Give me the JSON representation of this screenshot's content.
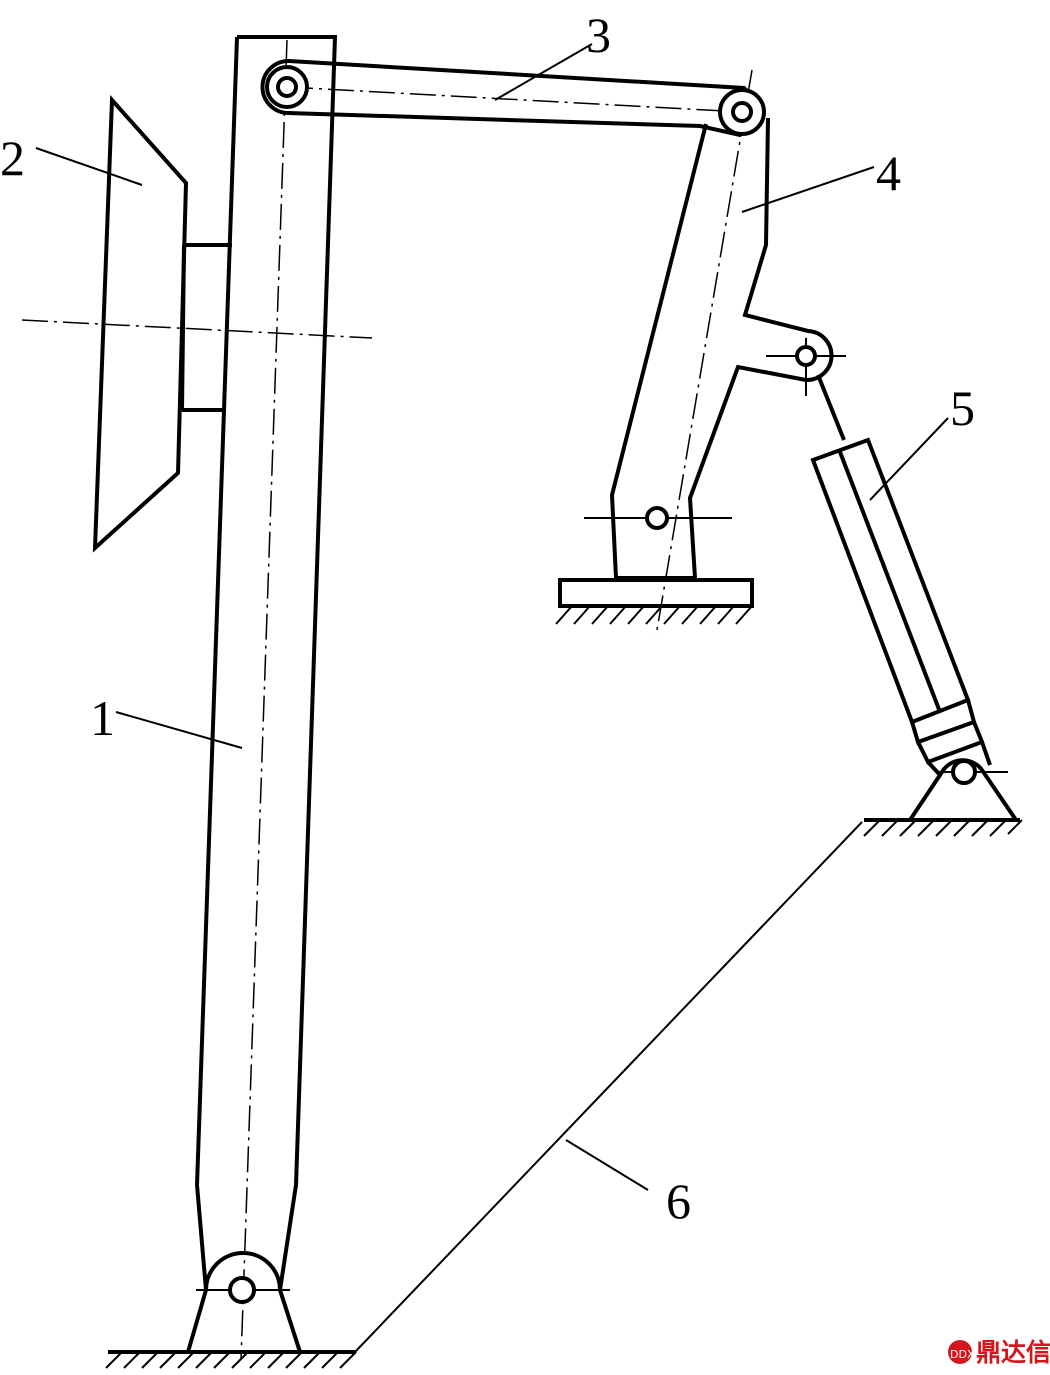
{
  "labels": {
    "part1": "1",
    "part2": "2",
    "part3": "3",
    "part4": "4",
    "part5": "5",
    "part6": "6"
  },
  "watermark": {
    "text": "鼎达信",
    "color": "#d4161c"
  }
}
